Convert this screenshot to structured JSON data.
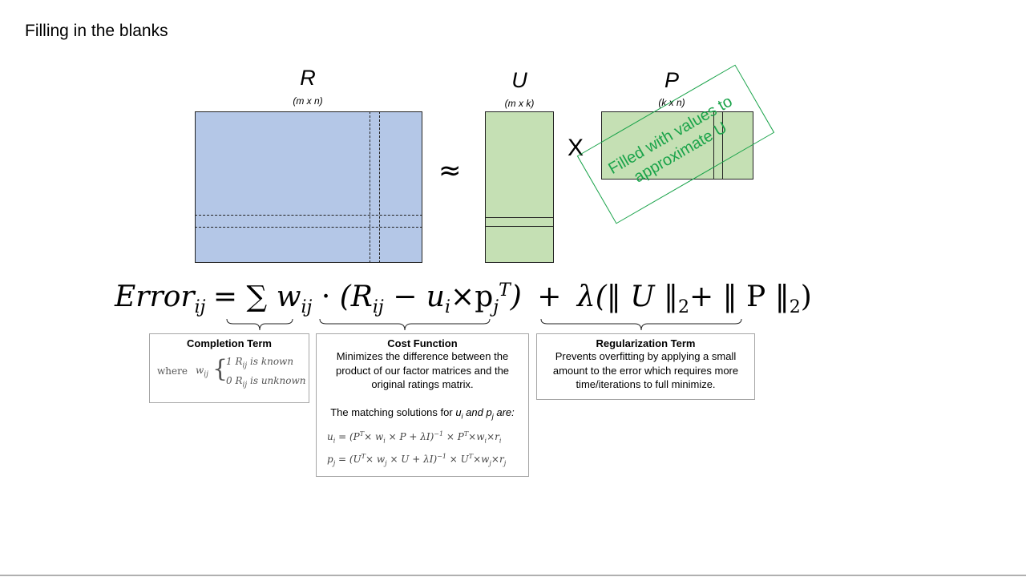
{
  "slide": {
    "title": "Filling in the blanks"
  },
  "matrices": {
    "r": {
      "letter": "R",
      "dims": "(m x n)",
      "color": "#b4c7e7"
    },
    "u": {
      "letter": "U",
      "dims": "(m x k)",
      "color": "#c5e0b4"
    },
    "p": {
      "letter": "P",
      "dims": "(k x n)",
      "color": "#c5e0b4"
    }
  },
  "operators": {
    "approx": "≈",
    "times": "X"
  },
  "stamp": {
    "line1": "Filled with values to",
    "line2": "approximate U",
    "color": "#1aa34a"
  },
  "equation": {
    "lhs": "Error",
    "lhs_sub": "ij",
    "equals": "=",
    "sum": "∑",
    "w": "w",
    "w_sub": "ij",
    "dot": "·",
    "cost_open": "(R",
    "cost_sub": "ij",
    "minus": " − u",
    "u_sub": "i",
    "times": "×p",
    "p_sub": "j",
    "p_sup": "T",
    "cost_close": ")",
    "plus": "+",
    "lambda": "λ(‖ U ‖",
    "norm_sub1": "2",
    "mid": "+ ‖ P ‖",
    "norm_sub2": "2",
    "close": ")"
  },
  "panels": {
    "completion": {
      "heading": "Completion Term",
      "where": "where",
      "w": "w",
      "w_sub": "ij",
      "case1_val": "1",
      "case1_text": "is known",
      "case2_val": "0",
      "case2_text": "is unknown",
      "r": "R",
      "r_sub": "ij"
    },
    "cost": {
      "heading": "Cost Function",
      "body": "Minimizes the difference between the product of our factor matrices and the original ratings matrix.",
      "solutions_lead": "The matching solutions for",
      "u": "u",
      "u_sub": "i",
      "and": "and",
      "p": "p",
      "p_sub": "j",
      "are": "are:",
      "sol_u": "u",
      "sol_u_sub": "i",
      "sol_u_body": " = (P",
      "sol_u_rest": "× w",
      "sol_u_rest2": " × P  +  λI)",
      "sol_u_tail": " × P",
      "sol_u_tail2": "×w",
      "sol_u_tail3": "×r",
      "sol_p": "p",
      "sol_p_sub": "j",
      "sol_p_body": " = (U",
      "sol_p_rest": "× w",
      "sol_p_rest2": " × U  +  λI)",
      "sol_p_tail": " × U",
      "sol_p_tail2": "×w",
      "sol_p_tail3": "×r",
      "sup_t": "T",
      "sup_inv": "−1"
    },
    "regularization": {
      "heading": "Regularization Term",
      "body": "Prevents overfitting by applying a small amount to the error which requires more time/iterations to full minimize."
    }
  }
}
